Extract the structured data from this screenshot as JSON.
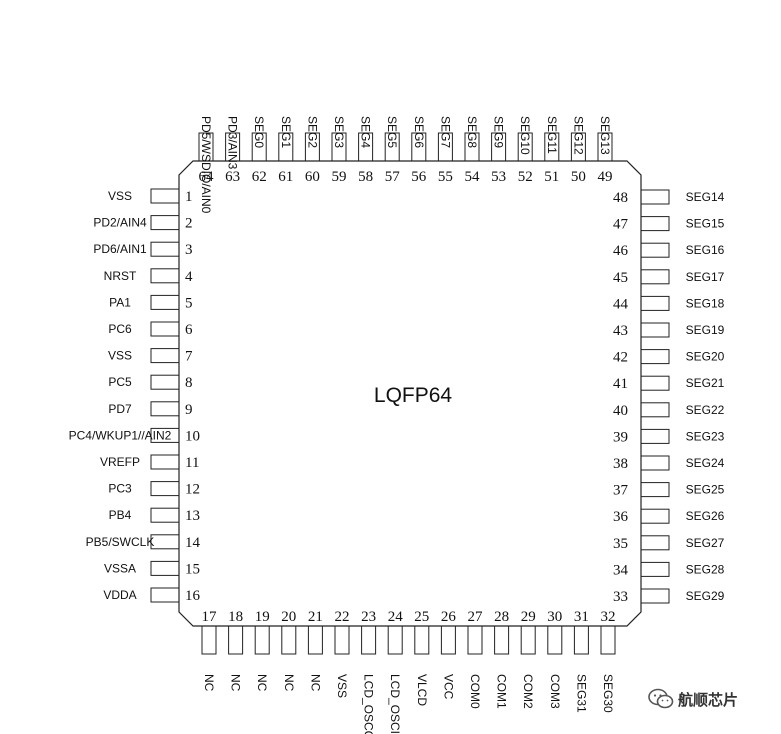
{
  "package": {
    "title": "LQFP64"
  },
  "pins": {
    "left": [
      "VSS",
      "PD2/AIN4",
      "PD6/AIN1",
      "NRST",
      "PA1",
      "PC6",
      "VSS",
      "PC5",
      "PD7",
      "PC4/WKUP1//AIN2",
      "VREFP",
      "PC3",
      "PB4",
      "PB5/SWCLK",
      "VSSA",
      "VDDA"
    ],
    "bottom": [
      "NC",
      "NC",
      "NC",
      "NC",
      "NC",
      "VSS",
      "LCD_OSCO",
      "LCD_OSCI",
      "VLCD",
      "VCC",
      "COM0",
      "COM1",
      "COM2",
      "COM3",
      "SEG31",
      "SEG30"
    ],
    "right": [
      "SEG29",
      "SEG28",
      "SEG27",
      "SEG26",
      "SEG25",
      "SEG24",
      "SEG23",
      "SEG22",
      "SEG21",
      "SEG20",
      "SEG19",
      "SEG18",
      "SEG17",
      "SEG16",
      "SEG15",
      "SEG14"
    ],
    "top": [
      "SEG13",
      "SEG12",
      "SEG11",
      "SEG10",
      "SEG9",
      "SEG8",
      "SEG7",
      "SEG6",
      "SEG5",
      "SEG4",
      "SEG3",
      "SEG2",
      "SEG1",
      "SEG0",
      "PD3/AIN3",
      "PD5/WSDIO/AIN0"
    ]
  },
  "watermark": {
    "text": "航顺芯片",
    "icon": "wechat-icon"
  }
}
